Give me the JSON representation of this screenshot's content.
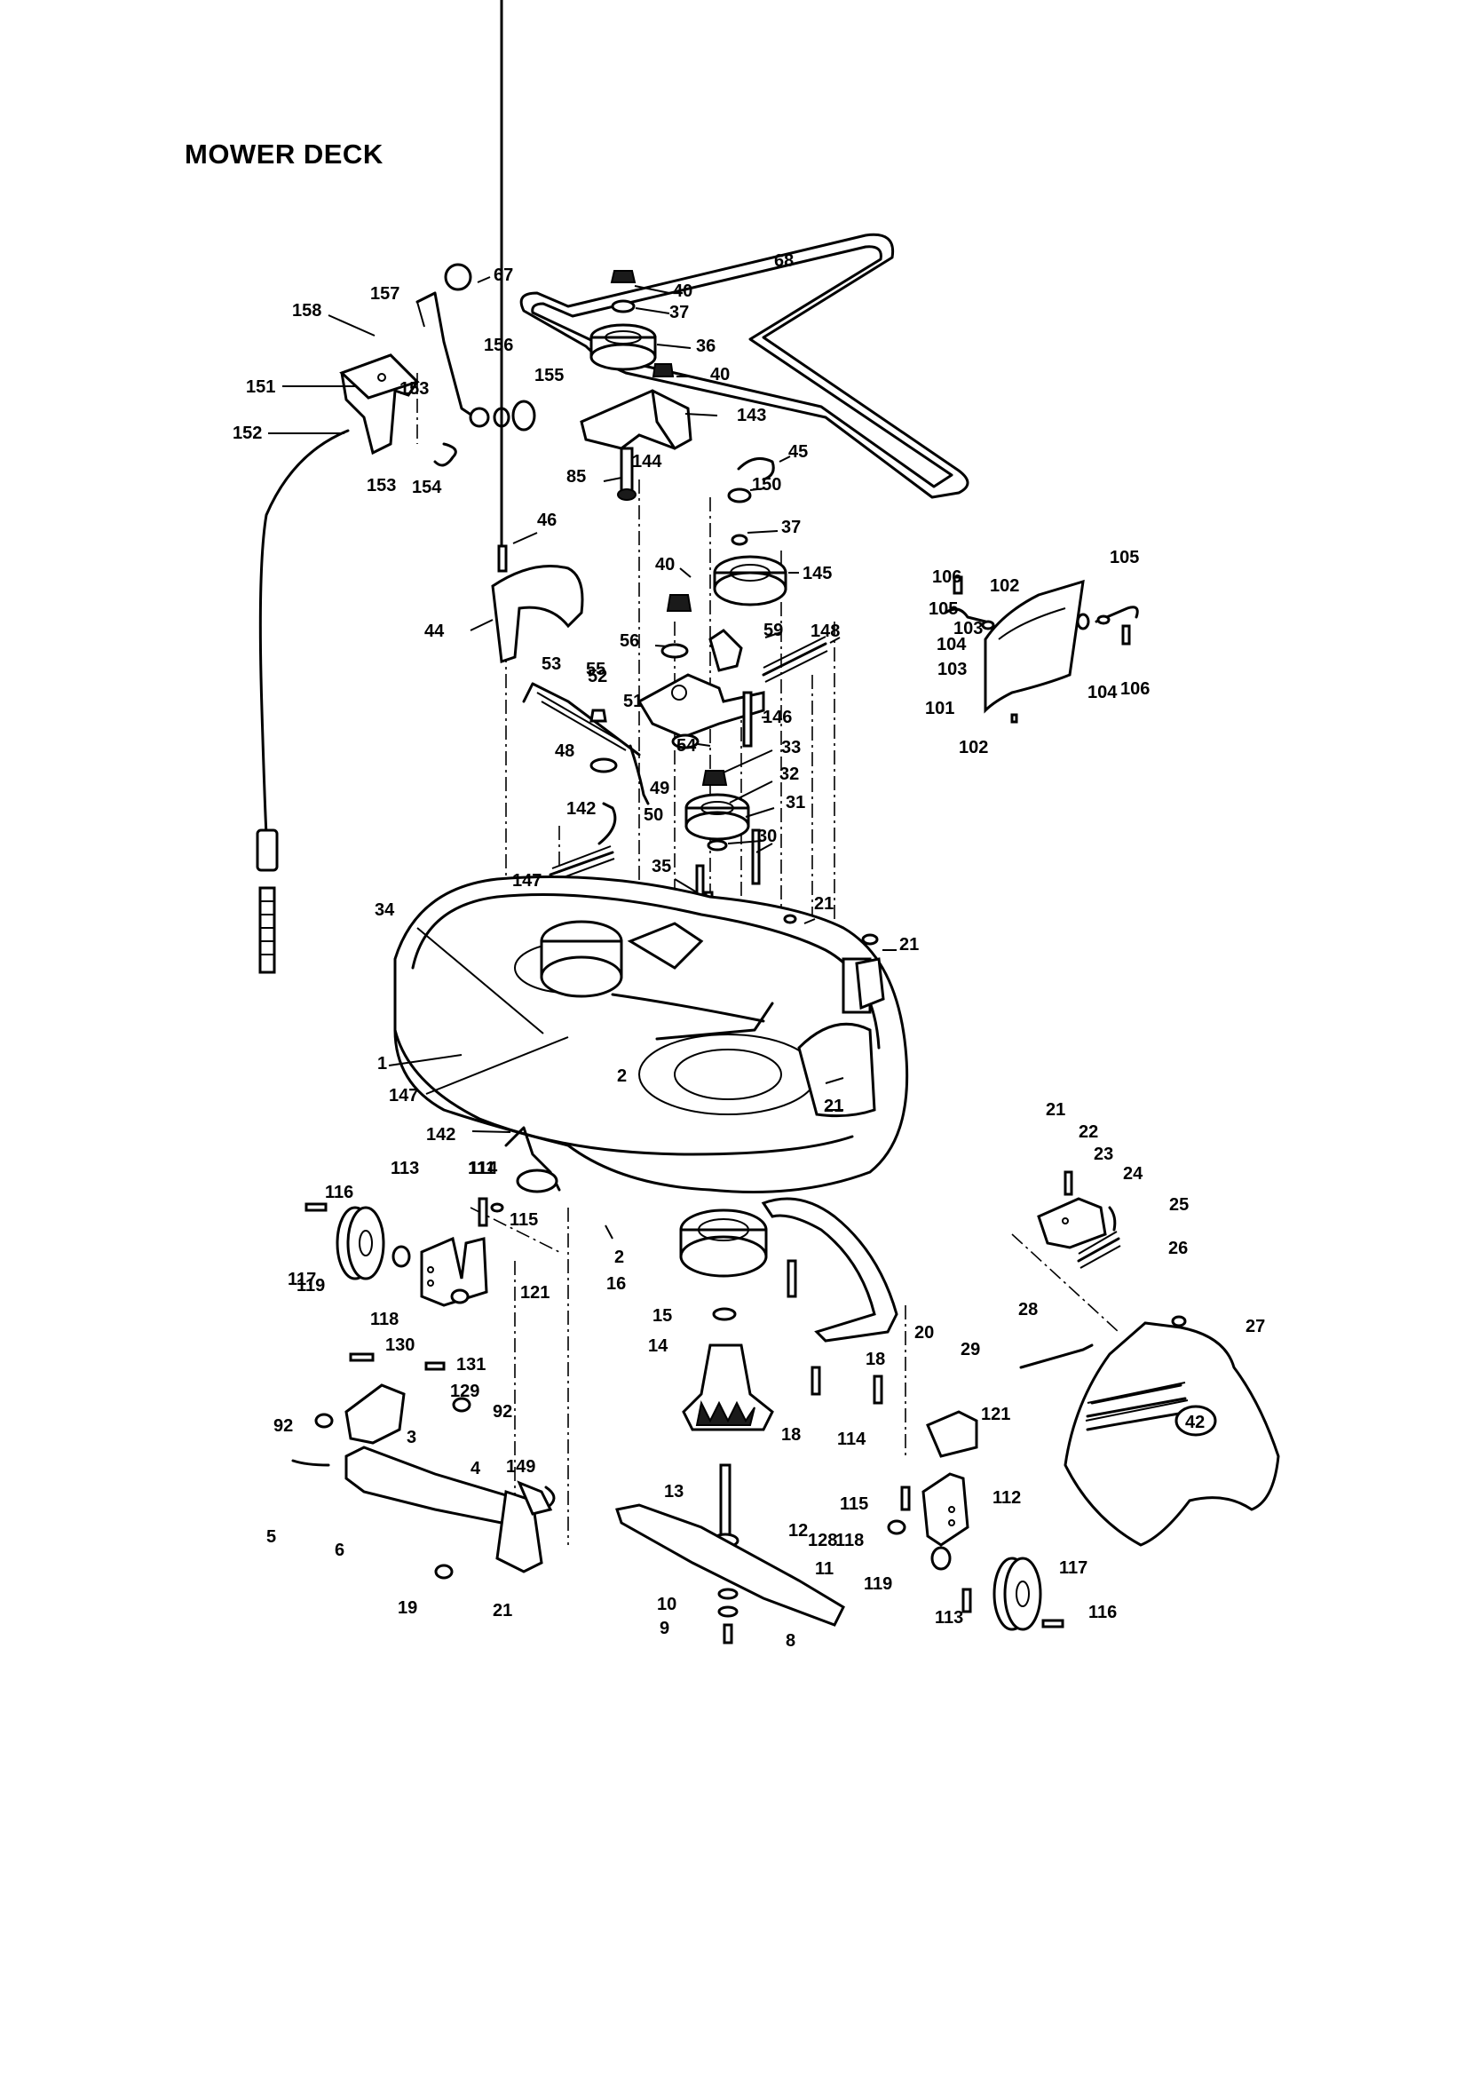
{
  "title": "MOWER DECK",
  "callouts": [
    {
      "text": "1"
    },
    {
      "text": "2"
    },
    {
      "text": "2"
    },
    {
      "text": "3"
    },
    {
      "text": "4"
    },
    {
      "text": "5"
    },
    {
      "text": "6"
    },
    {
      "text": "8"
    },
    {
      "text": "9"
    },
    {
      "text": "10"
    },
    {
      "text": "11"
    },
    {
      "text": "12"
    },
    {
      "text": "13"
    },
    {
      "text": "14"
    },
    {
      "text": "15"
    },
    {
      "text": "16"
    },
    {
      "text": "18"
    },
    {
      "text": "18"
    },
    {
      "text": "19"
    },
    {
      "text": "20"
    },
    {
      "text": "21"
    },
    {
      "text": "21"
    },
    {
      "text": "21"
    },
    {
      "text": "21"
    },
    {
      "text": "21"
    },
    {
      "text": "22"
    },
    {
      "text": "23"
    },
    {
      "text": "24"
    },
    {
      "text": "25"
    },
    {
      "text": "26"
    },
    {
      "text": "27"
    },
    {
      "text": "28"
    },
    {
      "text": "29"
    },
    {
      "text": "30"
    },
    {
      "text": "31"
    },
    {
      "text": "32"
    },
    {
      "text": "33"
    },
    {
      "text": "34"
    },
    {
      "text": "35"
    },
    {
      "text": "36"
    },
    {
      "text": "37"
    },
    {
      "text": "37"
    },
    {
      "text": "40"
    },
    {
      "text": "40"
    },
    {
      "text": "40"
    },
    {
      "text": "44"
    },
    {
      "text": "45"
    },
    {
      "text": "46"
    },
    {
      "text": "48"
    },
    {
      "text": "49"
    },
    {
      "text": "50"
    },
    {
      "text": "51"
    },
    {
      "text": "52"
    },
    {
      "text": "53"
    },
    {
      "text": "54"
    },
    {
      "text": "55"
    },
    {
      "text": "56"
    },
    {
      "text": "59"
    },
    {
      "text": "67"
    },
    {
      "text": "68"
    },
    {
      "text": "85"
    },
    {
      "text": "92"
    },
    {
      "text": "92"
    },
    {
      "text": "101"
    },
    {
      "text": "102"
    },
    {
      "text": "102"
    },
    {
      "text": "103"
    },
    {
      "text": "103"
    },
    {
      "text": "104"
    },
    {
      "text": "104"
    },
    {
      "text": "105"
    },
    {
      "text": "105"
    },
    {
      "text": "106"
    },
    {
      "text": "106"
    },
    {
      "text": "111"
    },
    {
      "text": "112"
    },
    {
      "text": "113"
    },
    {
      "text": "113"
    },
    {
      "text": "114"
    },
    {
      "text": "114"
    },
    {
      "text": "115"
    },
    {
      "text": "115"
    },
    {
      "text": "116"
    },
    {
      "text": "116"
    },
    {
      "text": "117"
    },
    {
      "text": "117"
    },
    {
      "text": "118"
    },
    {
      "text": "118"
    },
    {
      "text": "119"
    },
    {
      "text": "119"
    },
    {
      "text": "121"
    },
    {
      "text": "121"
    },
    {
      "text": "128"
    },
    {
      "text": "129"
    },
    {
      "text": "130"
    },
    {
      "text": "131"
    },
    {
      "text": "142"
    },
    {
      "text": "142"
    },
    {
      "text": "143"
    },
    {
      "text": "144"
    },
    {
      "text": "145"
    },
    {
      "text": "146"
    },
    {
      "text": "147"
    },
    {
      "text": "147"
    },
    {
      "text": "148"
    },
    {
      "text": "149"
    },
    {
      "text": "150"
    },
    {
      "text": "151"
    },
    {
      "text": "152"
    },
    {
      "text": "153"
    },
    {
      "text": "153"
    },
    {
      "text": "154"
    },
    {
      "text": "155"
    },
    {
      "text": "156"
    },
    {
      "text": "157"
    },
    {
      "text": "158"
    }
  ],
  "deck_badge": "42"
}
